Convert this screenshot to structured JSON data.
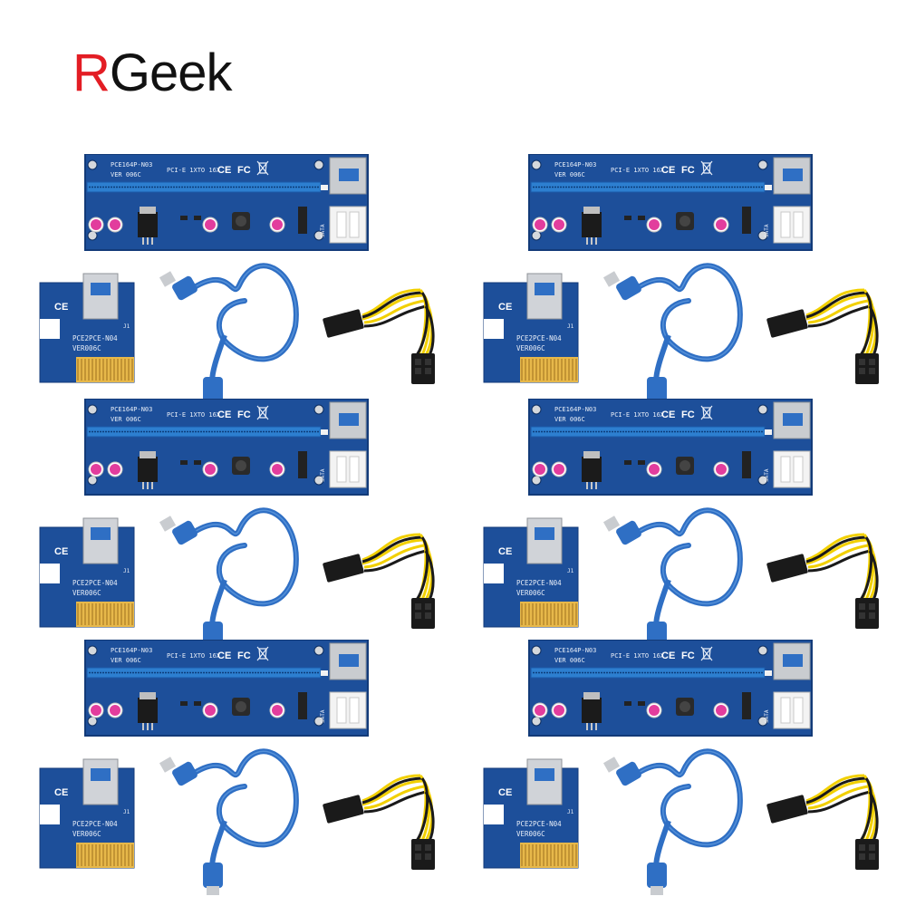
{
  "brand": {
    "prefix": "R",
    "rest": "Geek"
  },
  "kit_count": 6,
  "board": {
    "model": "PCE164P-N03",
    "slot_text": "PCI-E 1XTO 16X",
    "version": "VER 006C",
    "ce_mark": "CE",
    "fcc_mark": "FC",
    "side_label": "SATA"
  },
  "adapter": {
    "model": "PCE2PCE-N04",
    "version": "VER006C",
    "ce_mark": "CE",
    "j_label": "J1"
  },
  "colors": {
    "pcb_blue": "#1d4f9a",
    "slot_blue": "#2d7fd0",
    "cable_blue": "#2f6fc4",
    "gold": "#e7b84a",
    "wire_yellow": "#f2d000",
    "wire_black": "#1a1a1a"
  }
}
